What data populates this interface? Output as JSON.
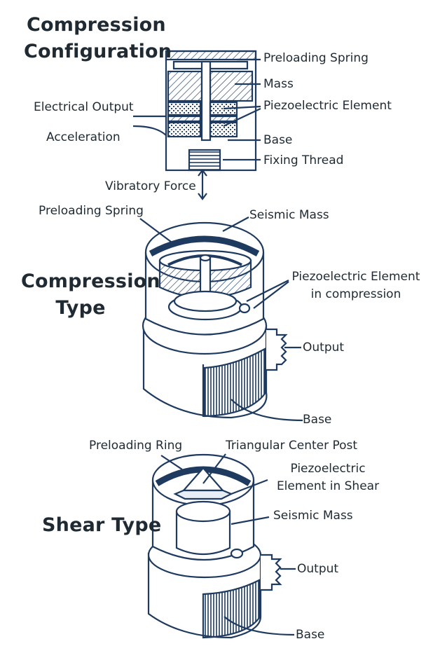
{
  "titles": {
    "compression_configuration": [
      "Compression",
      "Configuration"
    ],
    "compression_type": [
      "Compression",
      "Type"
    ],
    "shear_type": "Shear Type"
  },
  "config_labels": {
    "preloading_spring": "Preloading Spring",
    "mass": "Mass",
    "electrical_output": "Electrical Output",
    "piezoelectric_element": "Piezoelectric Element",
    "acceleration": "Acceleration",
    "base": "Base",
    "fixing_thread": "Fixing Thread",
    "vibratory_force": "Vibratory Force"
  },
  "compression_labels": {
    "preloading_spring": "Preloading Spring",
    "seismic_mass": "Seismic Mass",
    "piezoelectric_element": [
      "Piezoelectric Element",
      "in compression"
    ],
    "output": "Output",
    "base": "Base"
  },
  "shear_labels": {
    "preloading_ring": "Preloading Ring",
    "triangular_center_post": "Triangular Center Post",
    "piezoelectric_element": [
      "Piezoelectric",
      "Element in Shear"
    ],
    "seismic_mass": "Seismic Mass",
    "output": "Output",
    "base": "Base"
  },
  "colors": {
    "line": "#1e3a5f",
    "text": "#1f2a33",
    "hatch": "#2b4a70",
    "background": "#ffffff"
  }
}
